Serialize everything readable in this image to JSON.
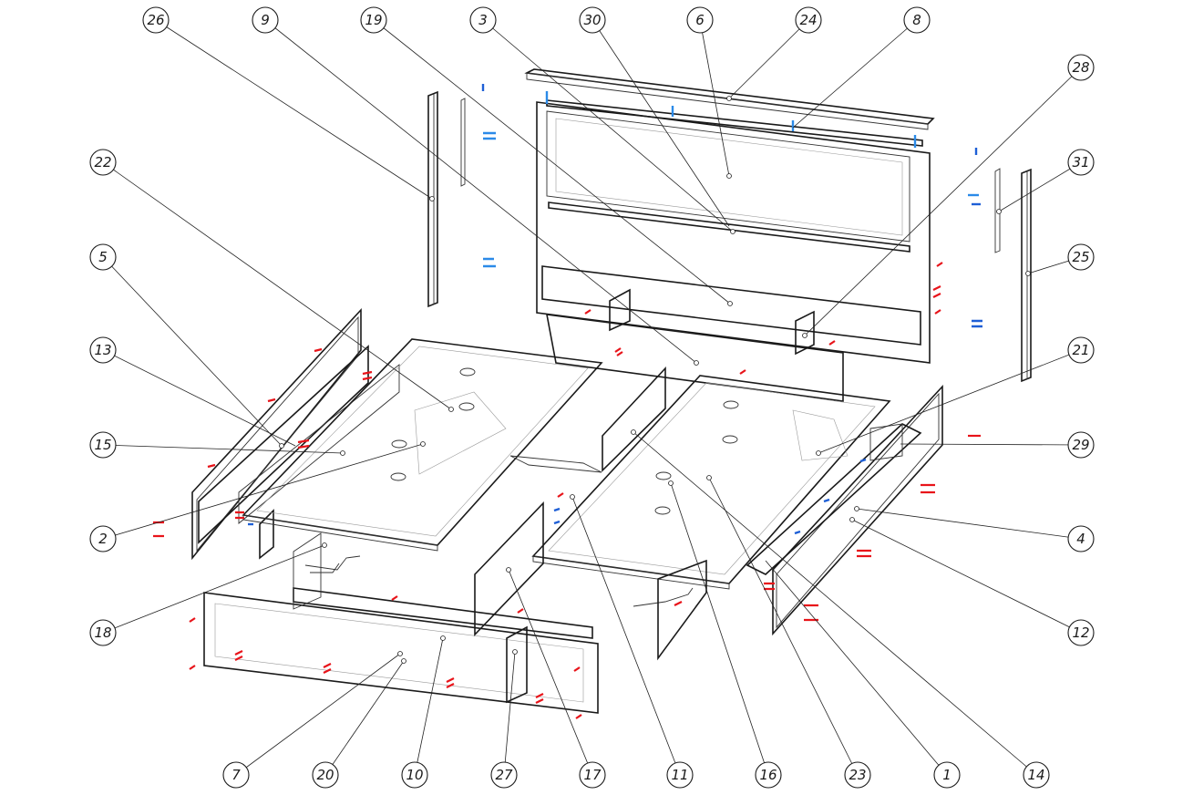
{
  "callouts": [
    {
      "label": "26"
    },
    {
      "label": "9"
    },
    {
      "label": "19"
    },
    {
      "label": "3"
    },
    {
      "label": "30"
    },
    {
      "label": "6"
    },
    {
      "label": "24"
    },
    {
      "label": "8"
    },
    {
      "label": "28"
    },
    {
      "label": "22"
    },
    {
      "label": "31"
    },
    {
      "label": "5"
    },
    {
      "label": "25"
    },
    {
      "label": "13"
    },
    {
      "label": "21"
    },
    {
      "label": "15"
    },
    {
      "label": "29"
    },
    {
      "label": "2"
    },
    {
      "label": "4"
    },
    {
      "label": "18"
    },
    {
      "label": "12"
    },
    {
      "label": "7"
    },
    {
      "label": "20"
    },
    {
      "label": "10"
    },
    {
      "label": "27"
    },
    {
      "label": "17"
    },
    {
      "label": "11"
    },
    {
      "label": "16"
    },
    {
      "label": "23"
    },
    {
      "label": "1"
    },
    {
      "label": "14"
    }
  ],
  "colors": {
    "line": "#1a1a1a",
    "fastener_red": "#e8141a",
    "fastener_blue": "#1e5fd6",
    "fastener_light_blue": "#2b8ae8"
  }
}
